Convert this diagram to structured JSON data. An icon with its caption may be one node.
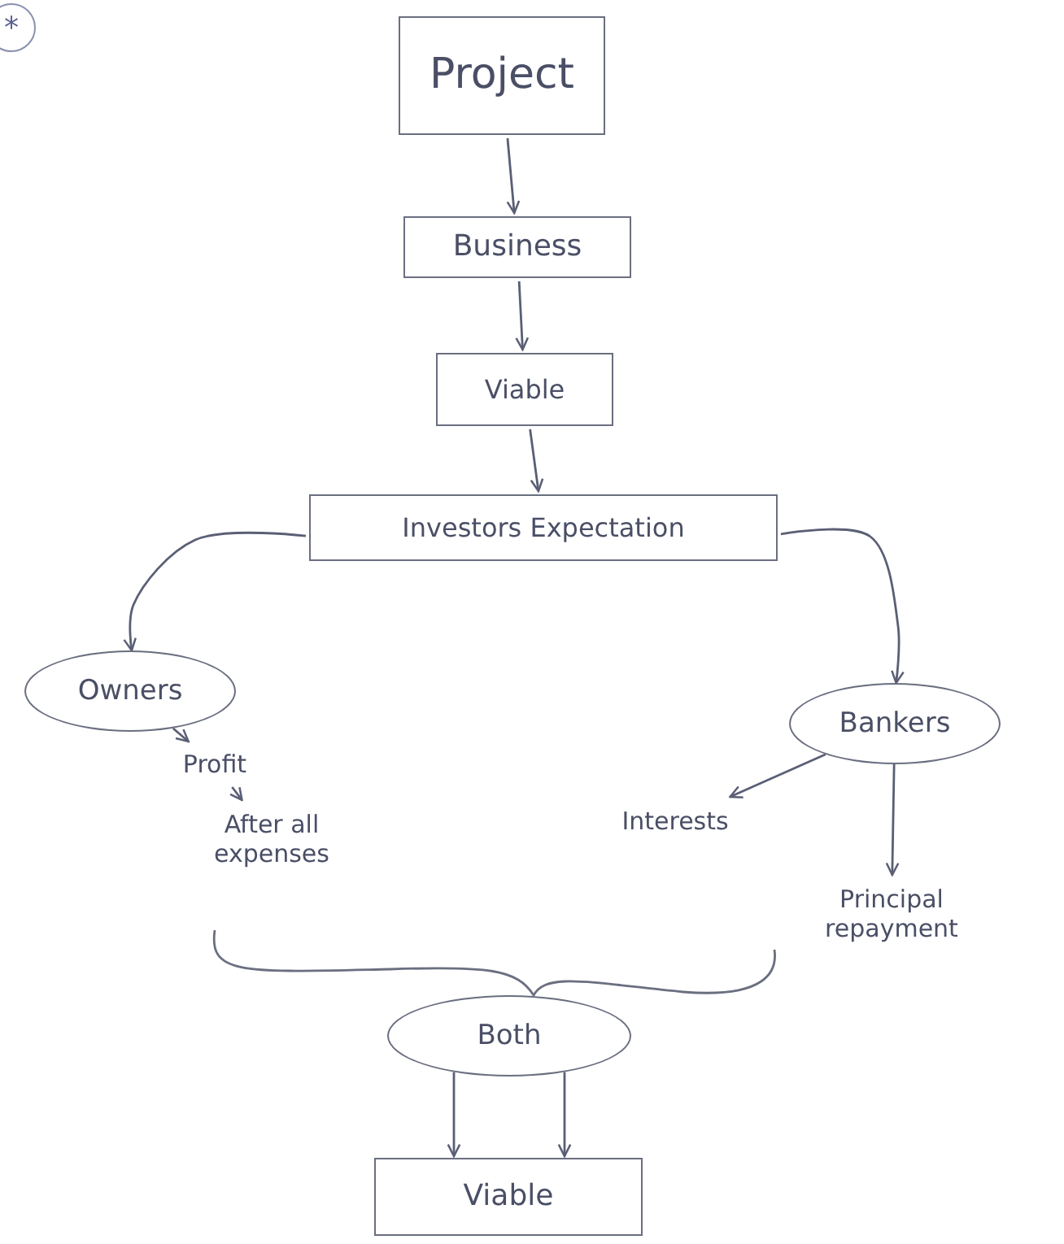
{
  "diagram": {
    "nodes": [
      {
        "text": [
          "Project"
        ]
      },
      {
        "text": [
          "Business"
        ]
      },
      {
        "text": [
          "Viable"
        ]
      },
      {
        "text": [
          "Investors Expectation"
        ]
      },
      {
        "text": [
          "Owners"
        ]
      },
      {
        "text": [
          "Profit"
        ]
      },
      {
        "text": [
          "After all expenses"
        ]
      },
      {
        "text": [
          "Bankers"
        ]
      },
      {
        "text": [
          "Interests"
        ]
      },
      {
        "text": [
          "Principal repayment"
        ]
      },
      {
        "text": [
          "Both"
        ]
      },
      {
        "text": [
          "Viable"
        ]
      }
    ],
    "edges": [
      {
        "from": 0,
        "to": 1,
        "arrow": "to"
      },
      {
        "from": 1,
        "to": 2,
        "arrow": "to"
      },
      {
        "from": 2,
        "to": 3,
        "arrow": "to"
      },
      {
        "from": 3,
        "to": 4,
        "arrow": "to"
      },
      {
        "from": 3,
        "to": 7,
        "arrow": "to"
      },
      {
        "from": 4,
        "to": 5,
        "arrow": "to"
      },
      {
        "from": 5,
        "to": 6,
        "arrow": "to"
      },
      {
        "from": 7,
        "to": 8,
        "arrow": "to"
      },
      {
        "from": 7,
        "to": 9,
        "arrow": "to"
      },
      {
        "from": 10,
        "to": 11,
        "arrow": "to"
      },
      {
        "from": 10,
        "to": 11,
        "arrow": "to"
      }
    ],
    "labels": [
      "*"
    ]
  }
}
